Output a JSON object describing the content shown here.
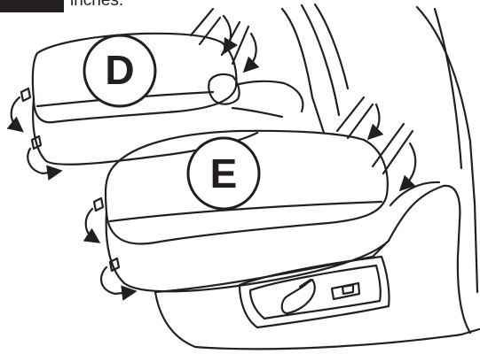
{
  "header": {
    "caption_text": "inches."
  },
  "markers": {
    "rear_cushion_label": "D",
    "front_cushion_label": "E"
  },
  "colors": {
    "ink": "#231f20",
    "background": "#ffffff",
    "tab_fill": "#231f20"
  },
  "icons": {
    "adjust_arrow": "curved-arrow-icon",
    "switch_glyph": "seat-switch-icon",
    "slide_glyph": "slide-switch-icon"
  }
}
